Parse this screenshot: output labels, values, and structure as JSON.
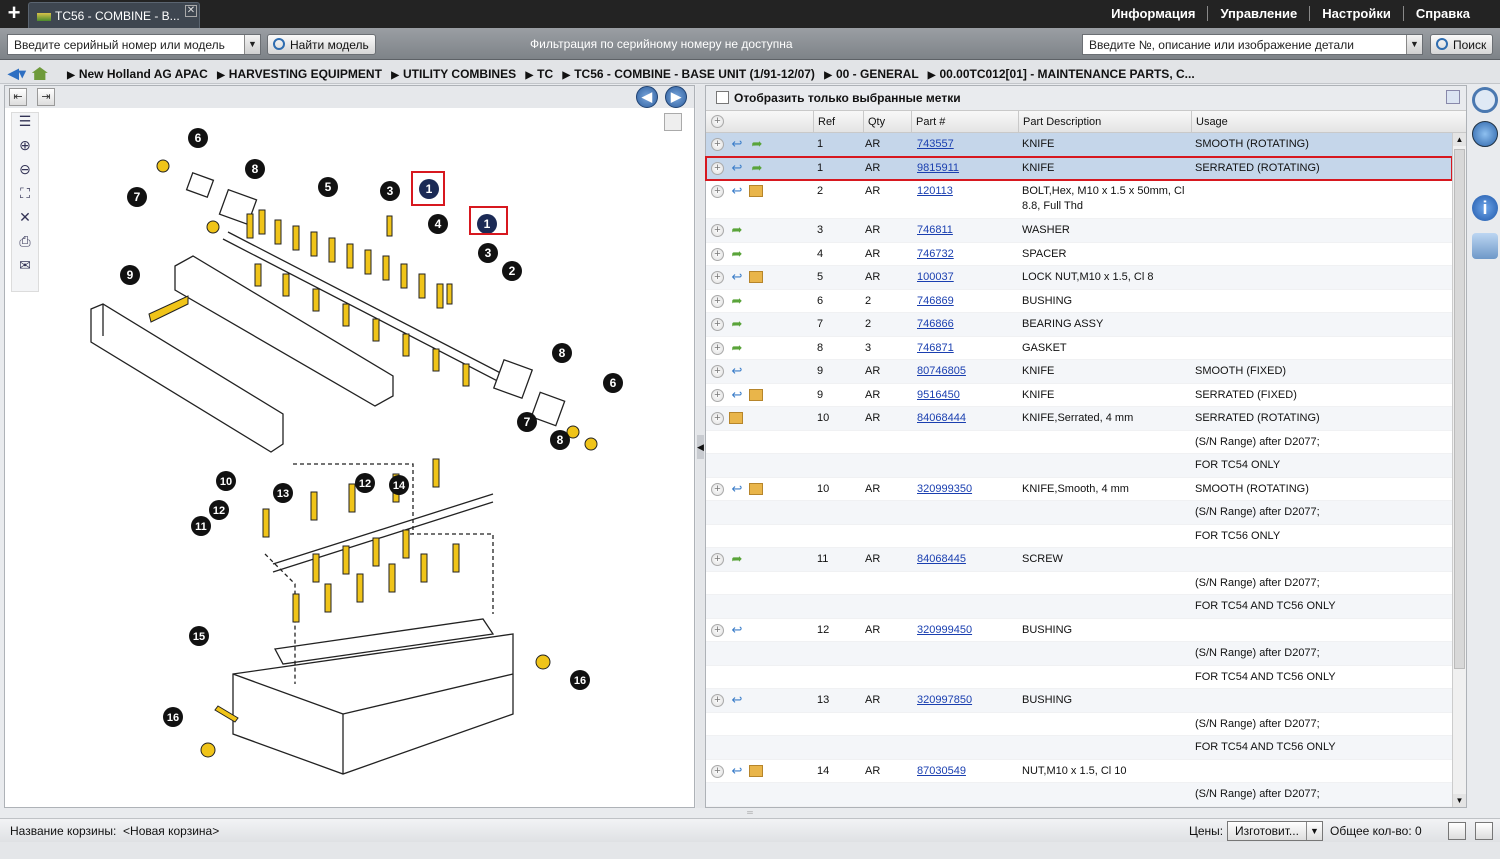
{
  "tab": {
    "title": "TC56 - COMBINE - B..."
  },
  "top_menu": [
    "Информация",
    "Управление",
    "Настройки",
    "Справка"
  ],
  "toolbar": {
    "serial_placeholder": "Введите серийный номер или модель",
    "find_model_label": "Найти модель",
    "filter_message": "Фильтрация по серийному номеру не доступна",
    "part_search_placeholder": "Введите №, описание или изображение детали",
    "search_label": "Поиск"
  },
  "breadcrumb": [
    "New Holland AG APAC",
    "HARVESTING EQUIPMENT",
    "UTILITY COMBINES",
    "TC",
    "TC56 - COMBINE - BASE UNIT (1/91-12/07)",
    "00 - GENERAL",
    "00.00TC012[01] - MAINTENANCE PARTS, C..."
  ],
  "parts_panel": {
    "show_selected_label": "Отобразить только выбранные метки",
    "columns": [
      "Ref",
      "Qty",
      "Part #",
      "Part Description",
      "Usage"
    ]
  },
  "parts": [
    {
      "ref": "1",
      "qty": "AR",
      "part": "743557",
      "desc": "KNIFE",
      "usage": "SMOOTH (ROTATING)",
      "icons": [
        "blue",
        "green"
      ],
      "lines": 1,
      "state": "sel0"
    },
    {
      "ref": "1",
      "qty": "AR",
      "part": "9815911",
      "desc": "KNIFE",
      "usage": "SERRATED (ROTATING)",
      "icons": [
        "blue",
        "green"
      ],
      "lines": 1,
      "state": "sel1"
    },
    {
      "ref": "2",
      "qty": "AR",
      "part": "120113",
      "desc": "BOLT,Hex, M10 x 1.5 x 50mm, Cl 8.8, Full Thd",
      "usage": "",
      "icons": [
        "blue",
        "box"
      ],
      "lines": 2,
      "state": ""
    },
    {
      "ref": "3",
      "qty": "AR",
      "part": "746811",
      "desc": "WASHER",
      "usage": "",
      "icons": [
        "green"
      ],
      "lines": 1,
      "state": ""
    },
    {
      "ref": "4",
      "qty": "AR",
      "part": "746732",
      "desc": "SPACER",
      "usage": "",
      "icons": [
        "green"
      ],
      "lines": 1,
      "state": ""
    },
    {
      "ref": "5",
      "qty": "AR",
      "part": "100037",
      "desc": "LOCK NUT,M10 x 1.5, Cl 8",
      "usage": "",
      "icons": [
        "blue",
        "box"
      ],
      "lines": 1,
      "state": ""
    },
    {
      "ref": "6",
      "qty": "2",
      "part": "746869",
      "desc": "BUSHING",
      "usage": "",
      "icons": [
        "green"
      ],
      "lines": 1,
      "state": ""
    },
    {
      "ref": "7",
      "qty": "2",
      "part": "746866",
      "desc": "BEARING ASSY",
      "usage": "",
      "icons": [
        "green"
      ],
      "lines": 1,
      "state": ""
    },
    {
      "ref": "8",
      "qty": "3",
      "part": "746871",
      "desc": "GASKET",
      "usage": "",
      "icons": [
        "green"
      ],
      "lines": 1,
      "state": ""
    },
    {
      "ref": "9",
      "qty": "AR",
      "part": "80746805",
      "desc": "KNIFE",
      "usage": "SMOOTH (FIXED)",
      "icons": [
        "blue"
      ],
      "lines": 1,
      "state": ""
    },
    {
      "ref": "9",
      "qty": "AR",
      "part": "9516450",
      "desc": "KNIFE",
      "usage": "SERRATED (FIXED)",
      "icons": [
        "blue",
        "box"
      ],
      "lines": 1,
      "state": ""
    },
    {
      "ref": "10",
      "qty": "AR",
      "part": "84068444",
      "desc": "KNIFE,Serrated, 4 mm",
      "usage": "SERRATED (ROTATING)",
      "icons": [
        "box"
      ],
      "lines": 1,
      "state": ""
    },
    {
      "ref": "",
      "qty": "",
      "part": "",
      "desc": "",
      "usage": "(S/N Range) after D2077;",
      "icons": [],
      "lines": 1,
      "state": "",
      "blank": true
    },
    {
      "ref": "",
      "qty": "",
      "part": "",
      "desc": "",
      "usage": "FOR TC54 ONLY",
      "icons": [],
      "lines": 1,
      "state": "",
      "blank": true
    },
    {
      "ref": "10",
      "qty": "AR",
      "part": "320999350",
      "desc": "KNIFE,Smooth, 4 mm",
      "usage": "SMOOTH (ROTATING)",
      "icons": [
        "blue",
        "box"
      ],
      "lines": 1,
      "state": ""
    },
    {
      "ref": "",
      "qty": "",
      "part": "",
      "desc": "",
      "usage": "(S/N Range) after D2077;",
      "icons": [],
      "lines": 1,
      "state": "",
      "blank": true
    },
    {
      "ref": "",
      "qty": "",
      "part": "",
      "desc": "",
      "usage": "FOR TC56 ONLY",
      "icons": [],
      "lines": 1,
      "state": "",
      "blank": true
    },
    {
      "ref": "11",
      "qty": "AR",
      "part": "84068445",
      "desc": "SCREW",
      "usage": "",
      "icons": [
        "green"
      ],
      "lines": 1,
      "state": ""
    },
    {
      "ref": "",
      "qty": "",
      "part": "",
      "desc": "",
      "usage": "(S/N Range) after D2077;",
      "icons": [],
      "lines": 1,
      "state": "",
      "blank": true
    },
    {
      "ref": "",
      "qty": "",
      "part": "",
      "desc": "",
      "usage": "FOR TC54 AND TC56 ONLY",
      "icons": [],
      "lines": 1,
      "state": "",
      "blank": true
    },
    {
      "ref": "12",
      "qty": "AR",
      "part": "320999450",
      "desc": "BUSHING",
      "usage": "",
      "icons": [
        "blue"
      ],
      "lines": 1,
      "state": ""
    },
    {
      "ref": "",
      "qty": "",
      "part": "",
      "desc": "",
      "usage": "(S/N Range) after D2077;",
      "icons": [],
      "lines": 1,
      "state": "",
      "blank": true
    },
    {
      "ref": "",
      "qty": "",
      "part": "",
      "desc": "",
      "usage": "FOR TC54 AND TC56 ONLY",
      "icons": [],
      "lines": 1,
      "state": "",
      "blank": true
    },
    {
      "ref": "13",
      "qty": "AR",
      "part": "320997850",
      "desc": "BUSHING",
      "usage": "",
      "icons": [
        "blue"
      ],
      "lines": 1,
      "state": ""
    },
    {
      "ref": "",
      "qty": "",
      "part": "",
      "desc": "",
      "usage": "(S/N Range) after D2077;",
      "icons": [],
      "lines": 1,
      "state": "",
      "blank": true
    },
    {
      "ref": "",
      "qty": "",
      "part": "",
      "desc": "",
      "usage": "FOR TC54 AND TC56 ONLY",
      "icons": [],
      "lines": 1,
      "state": "",
      "blank": true
    },
    {
      "ref": "14",
      "qty": "AR",
      "part": "87030549",
      "desc": "NUT,M10 x 1.5, Cl 10",
      "usage": "",
      "icons": [
        "blue",
        "box"
      ],
      "lines": 1,
      "state": ""
    },
    {
      "ref": "",
      "qty": "",
      "part": "",
      "desc": "",
      "usage": "(S/N Range) after D2077;",
      "icons": [],
      "lines": 1,
      "state": "",
      "blank": true
    }
  ],
  "callouts": [
    "6",
    "7",
    "8",
    "5",
    "3",
    "1",
    "4",
    "1",
    "3",
    "2",
    "9",
    "8",
    "6",
    "7",
    "8",
    "10",
    "12",
    "14",
    "13",
    "12",
    "11",
    "15",
    "16",
    "16"
  ],
  "status": {
    "basket_label": "Название корзины:",
    "basket_name": "<Новая корзина>",
    "prices_label": "Цены:",
    "prices_value": "Изготовит...",
    "total_label": "Общее кол-во: 0"
  },
  "colors": {
    "accent": "#2f6db0",
    "selection": "#c5d6ea",
    "highlight_border": "#d7181f",
    "part_yellow": "#f0c419"
  }
}
